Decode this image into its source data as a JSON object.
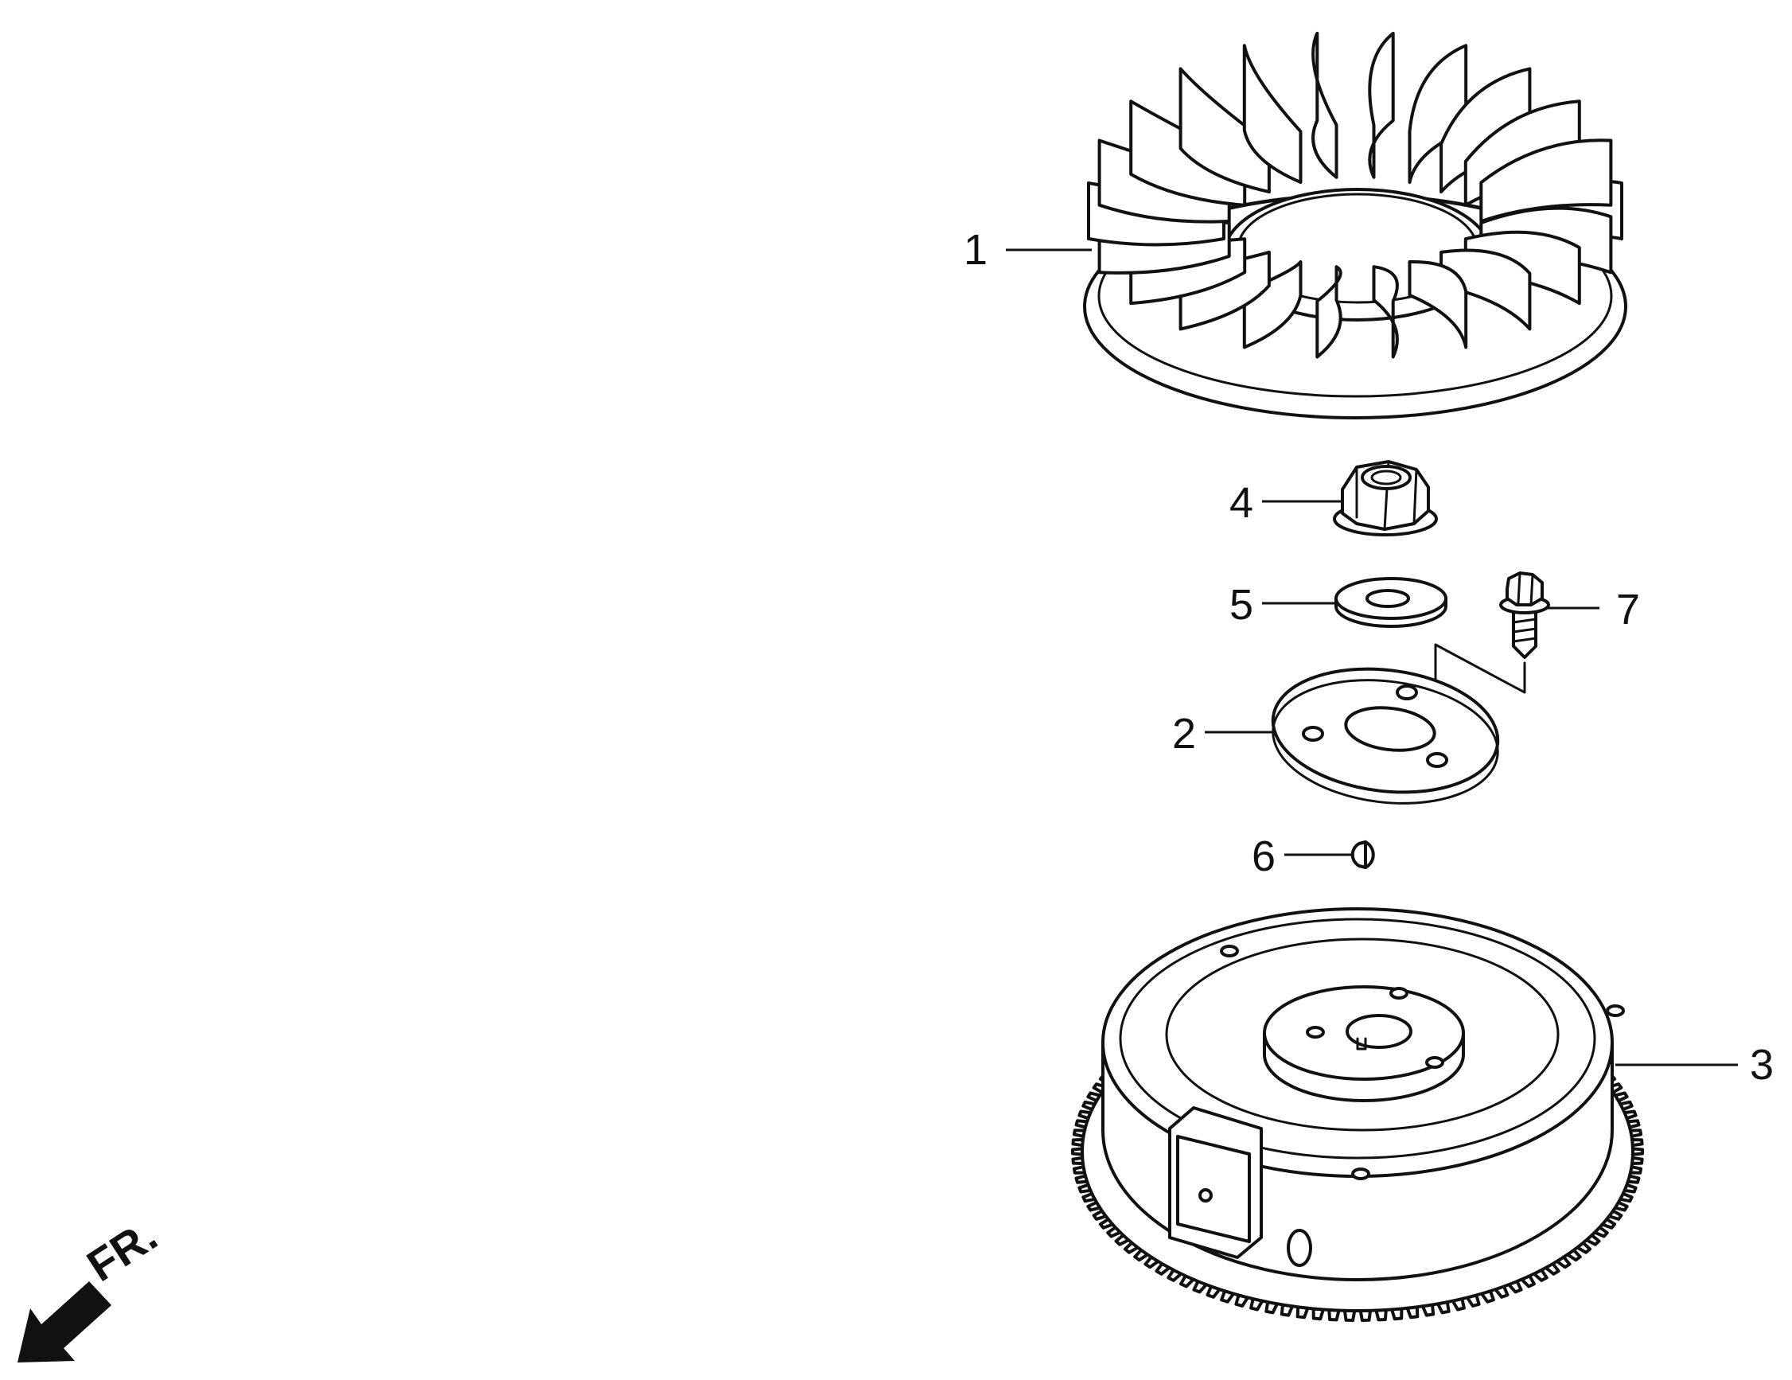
{
  "parts": [
    {
      "number": "1",
      "icon": "cooling-fan"
    },
    {
      "number": "2",
      "icon": "fan-plate"
    },
    {
      "number": "3",
      "icon": "flywheel"
    },
    {
      "number": "4",
      "icon": "flange-nut"
    },
    {
      "number": "5",
      "icon": "washer"
    },
    {
      "number": "6",
      "icon": "woodruff-key"
    },
    {
      "number": "7",
      "icon": "flange-bolt"
    }
  ],
  "direction": {
    "label": "FR.",
    "icon": "front-direction-arrow"
  }
}
